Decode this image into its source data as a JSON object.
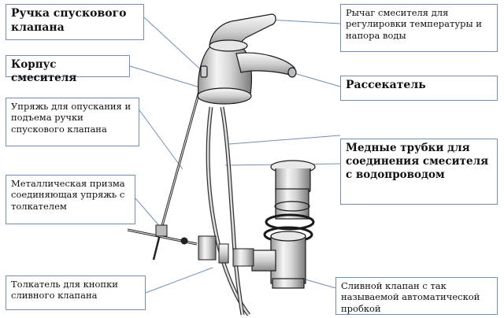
{
  "labels": {
    "drain_handle": "Ручка спускового клапана",
    "lever": "Рычаг смесителя для регулировки температуры и напора воды",
    "body": "Корпус смесителя",
    "aerator": "Рассекатель",
    "linkage": "Упряжь для опускания и подъема ручки спускового клапана",
    "copper_pipes": "Медные трубки для соединения смесителя с водопроводом",
    "prism": "Металлическая призма соединяющая упряжь с толкателем",
    "pusher": "Толкатель для кнопки сливного клапана",
    "drain_valve": "Сливной клапан с так называемой автоматической пробкой"
  },
  "colors": {
    "leader_line": "#6f8fb8",
    "label_border": "#6f8fb8",
    "metal_light": "#f2f2f2",
    "metal_mid": "#b8b8b8",
    "metal_dark": "#555555",
    "outline": "#1a1a1a"
  }
}
